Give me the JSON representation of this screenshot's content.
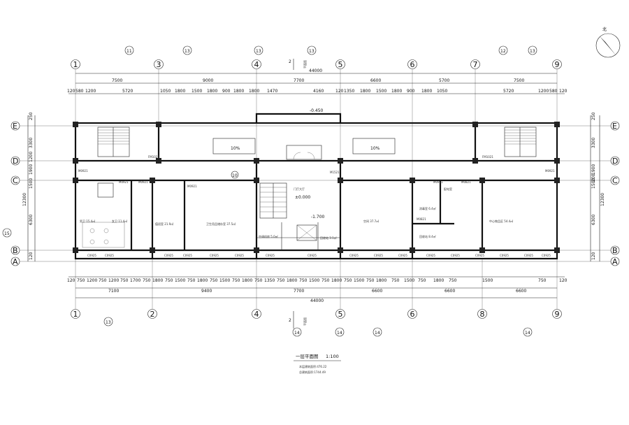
{
  "drawing": {
    "north_label": "北",
    "title": "一层平面图",
    "scale": "1:100",
    "note_line1": "本层建筑面积:476.22",
    "note_line2": "总建筑面积:1744.49"
  },
  "axes": {
    "numbered_top": [
      "1",
      "3",
      "4",
      "5",
      "6",
      "7",
      "9"
    ],
    "numbered_bottom": [
      "1",
      "2",
      "4",
      "5",
      "6",
      "8",
      "9"
    ],
    "lettered_left": [
      "E",
      "D",
      "C",
      "B",
      "A"
    ],
    "lettered_right": [
      "E",
      "D",
      "C",
      "B",
      "A"
    ]
  },
  "dimensions": {
    "overall": "44000",
    "top_segments": [
      "7500",
      "9000",
      "7700",
      "6600",
      "5700",
      "7500"
    ],
    "top_details": [
      "120",
      "580",
      "1200",
      "5720",
      "1050",
      "1800",
      "1500",
      "1800",
      "900",
      "1800",
      "1800",
      "1470",
      "4160",
      "120",
      "1350",
      "1800",
      "1500",
      "1800",
      "900",
      "1800",
      "1050",
      "5720",
      "1200",
      "580",
      "120"
    ],
    "bottom_segments": [
      "7100",
      "9400",
      "7700",
      "6600",
      "6600",
      "6600"
    ],
    "bottom_details": [
      "120",
      "750",
      "1200",
      "750",
      "1200",
      "750",
      "1700",
      "750",
      "1800",
      "750",
      "1500",
      "750",
      "1800",
      "750",
      "1500",
      "750",
      "1800",
      "750",
      "1350",
      "750",
      "1800",
      "750",
      "1500",
      "750",
      "1800",
      "750",
      "1500",
      "750",
      "1800",
      "750",
      "1500",
      "750",
      "1800",
      "750",
      "1500",
      "750",
      "120"
    ],
    "left_side": [
      "250",
      "3300",
      "1200",
      "1900",
      "1500",
      "12300",
      "6300",
      "120"
    ],
    "right_side": [
      "250",
      "3300",
      "1900",
      "1500",
      "200",
      "12300",
      "6300",
      "120"
    ]
  },
  "section_marker": "2",
  "section_note": "平面图",
  "elevations": {
    "entry": "-0.450",
    "hall": "±0.000",
    "lower": "-1.700"
  },
  "slopes": [
    "10%",
    "10%"
  ],
  "window_tags": [
    "C0925",
    "C0925",
    "C0925",
    "C0925",
    "C0925",
    "C0925",
    "C0925",
    "C0925",
    "C0925",
    "C0925",
    "C0925",
    "C0925",
    "C0925",
    "C0925",
    "C0925",
    "C0925",
    "C0925"
  ],
  "door_tags": [
    "M0921",
    "M0921",
    "M0921",
    "M0921",
    "FM1021",
    "FM1021",
    "M1521",
    "M0821",
    "M0821",
    "M0921",
    "M0921"
  ],
  "rooms": {
    "hall": "门厅大厅",
    "toilet_m": "男卫 15.4㎡",
    "toilet_f": "女卫 11.4㎡",
    "room_a": "值班室 21.9㎡",
    "room_b": "卫生用品储存室 37.5㎡",
    "room_c": "空调机房 5.0㎡",
    "room_d": "回收站 3.1㎡",
    "room_e": "回收站 8.4㎡",
    "room_f": "空间 37.7㎡",
    "room_g": "消毒室 6.4㎡",
    "room_h": "中心物品区 54.4㎡",
    "room_i": "配电室"
  },
  "callouts": {
    "top": [
      "11",
      "13",
      "13",
      "13",
      "12",
      "13"
    ],
    "bottom": [
      "13",
      "14",
      "14",
      "14",
      "14"
    ],
    "left": "15",
    "middle": "10"
  }
}
